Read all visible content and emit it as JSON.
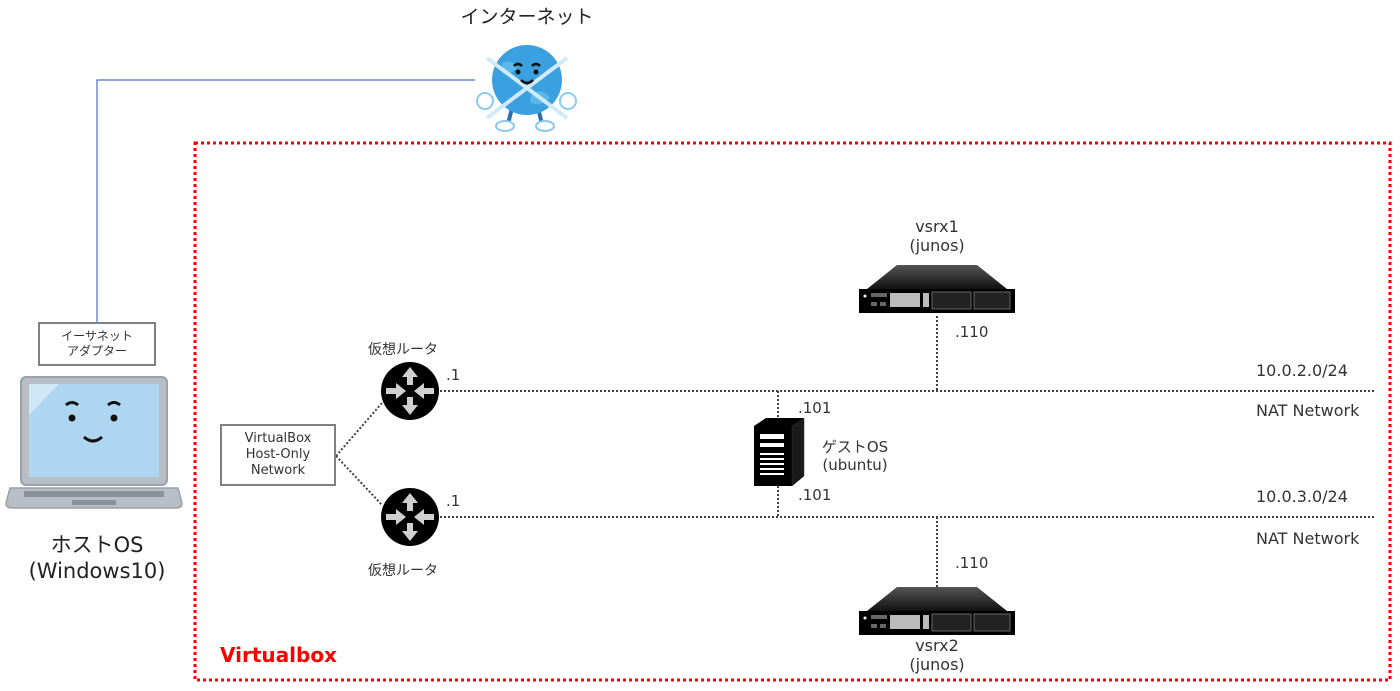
{
  "diagram": {
    "title": "Virtualbox",
    "colors": {
      "virtualbox_border": "#ff0000",
      "uplink": "#4472c4",
      "network_line": "#404040",
      "device": "#000000",
      "globe": "#3aa0e0",
      "laptop_screen": "#aed6f1"
    },
    "internet": {
      "label": "インターネット",
      "icon": "globe-character-icon"
    },
    "host": {
      "name": "ホストOS",
      "os": "(Windows10)",
      "adapter_line1": "イーサネット",
      "adapter_line2": "アダプター",
      "icon": "laptop-icon"
    },
    "host_only_network": {
      "line1": "VirtualBox",
      "line2": "Host-Only",
      "line3": "Network"
    },
    "routers": [
      {
        "label": "仮想ルータ",
        "ip_suffix": ".1",
        "icon": "router-icon"
      },
      {
        "label": "仮想ルータ",
        "ip_suffix": ".1",
        "icon": "router-icon"
      }
    ],
    "guest": {
      "name": "ゲストOS",
      "os": "(ubuntu)",
      "ip_top": ".101",
      "ip_bottom": ".101",
      "icon": "server-tower-icon"
    },
    "vsrx1": {
      "name": "vsrx1",
      "os": "(junos)",
      "ip_suffix": ".110",
      "icon": "rack-firewall-icon"
    },
    "vsrx2": {
      "name": "vsrx2",
      "os": "(junos)",
      "ip_suffix": ".110",
      "icon": "rack-firewall-icon"
    },
    "networks": [
      {
        "cidr": "10.0.2.0/24",
        "type": "NAT Network"
      },
      {
        "cidr": "10.0.3.0/24",
        "type": "NAT Network"
      }
    ]
  }
}
